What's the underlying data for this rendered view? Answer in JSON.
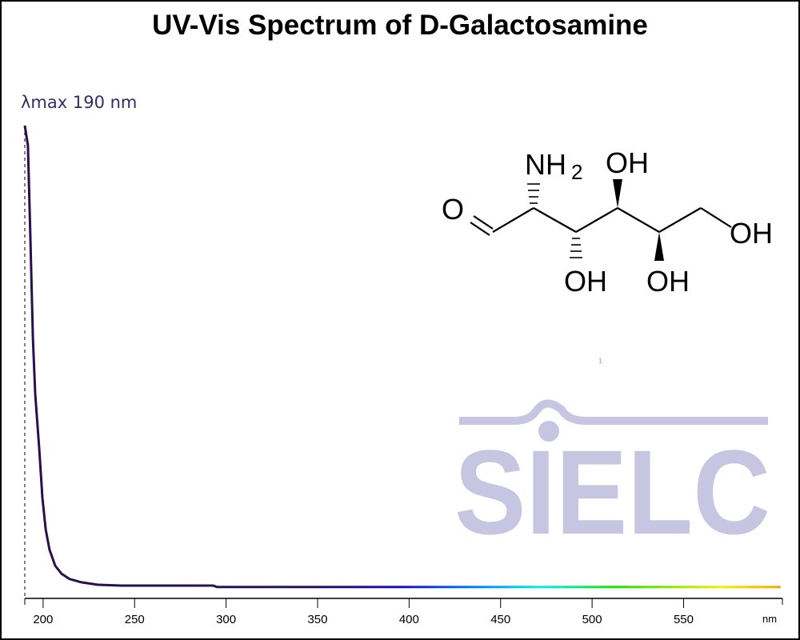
{
  "chart_data": {
    "type": "line",
    "title": "UV-Vis Spectrum of D-Galactosamine",
    "annotation": "λmax  190 nm",
    "lambda_max_nm": 190,
    "xlabel": "nm",
    "ylabel": "",
    "xlim": [
      190,
      604
    ],
    "ylim": [
      0,
      1.0
    ],
    "xticks": [
      200,
      250,
      300,
      350,
      400,
      450,
      500,
      550
    ],
    "x_tick_labels": [
      "200",
      "250",
      "300",
      "350",
      "400",
      "450",
      "500",
      "550"
    ],
    "grid": false,
    "series": [
      {
        "name": "D-Galactosamine",
        "x": [
          190,
          191.7,
          193.1,
          194.4,
          195.7,
          197.9,
          199.6,
          201.4,
          203.5,
          206.6,
          210.1,
          214.5,
          221,
          229.7,
          242.8,
          293,
          295,
          603
        ],
        "y": [
          1.0,
          0.958,
          0.755,
          0.552,
          0.433,
          0.315,
          0.213,
          0.146,
          0.103,
          0.069,
          0.052,
          0.041,
          0.034,
          0.029,
          0.027,
          0.027,
          0.024,
          0.024
        ]
      }
    ]
  },
  "molecule": {
    "labels": [
      "O",
      "NH",
      "2",
      "OH",
      "OH",
      "OH",
      "OH"
    ]
  },
  "watermark": {
    "text": "SIELC"
  },
  "small_note": "1",
  "colors": {
    "line_start": "#2a0f4a",
    "lambda_text": "#2e2e6e",
    "watermark": "#c6c6e2"
  }
}
